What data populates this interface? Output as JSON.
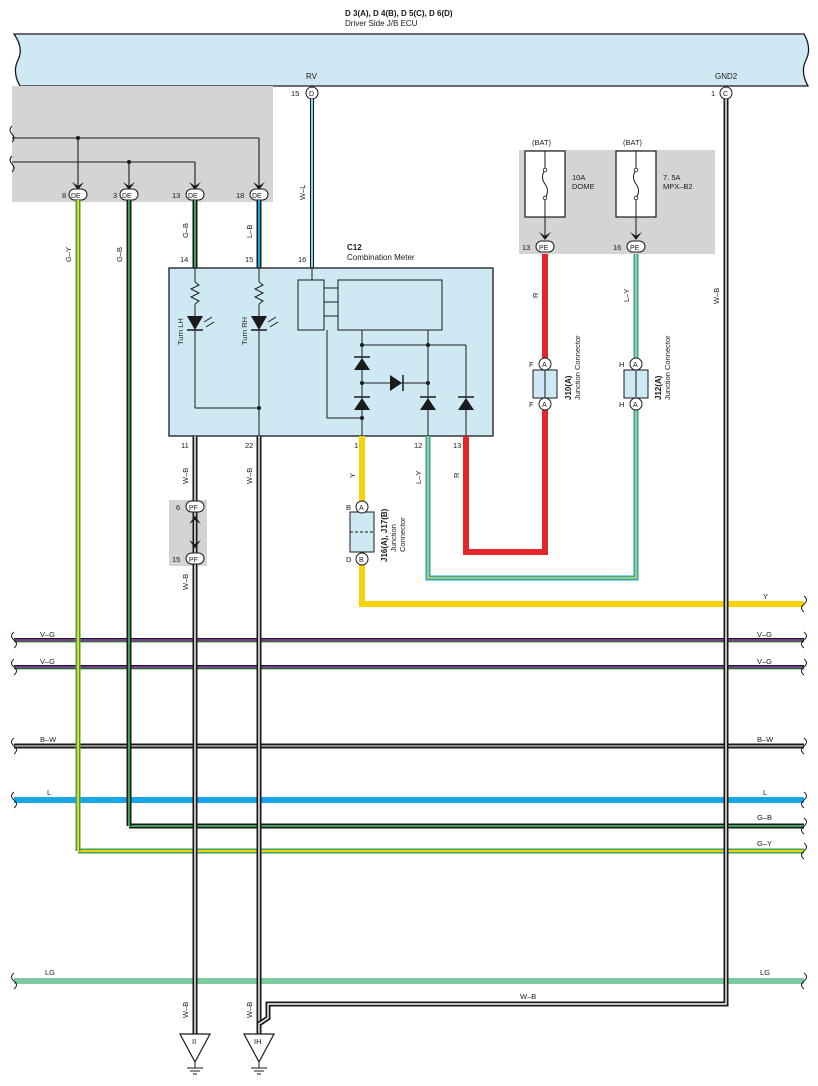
{
  "ecu": {
    "codes": "D 3(A), D 4(B), D 5(C), D 6(D)",
    "name": "Driver Side J/B ECU",
    "rv_label": "RV",
    "gnd_label": "GND2",
    "rv_pin": "15",
    "rv_conn": "D",
    "gnd_pin": "1",
    "gnd_conn": "C"
  },
  "jb_pins": [
    {
      "num": "8",
      "conn": "DE"
    },
    {
      "num": "3",
      "conn": "DE"
    },
    {
      "num": "13",
      "conn": "DE"
    },
    {
      "num": "18",
      "conn": "DE"
    }
  ],
  "meter": {
    "code": "C12",
    "name": "Combination Meter",
    "turn_lh": "Turn LH",
    "turn_rh": "Turn RH",
    "pins_top": [
      "14",
      "15",
      "16"
    ],
    "pins_bottom": [
      "11",
      "22",
      "1",
      "12",
      "13"
    ]
  },
  "fuses": [
    {
      "source": "(BAT)",
      "rating": "10A",
      "name": "DOME",
      "pin": "13",
      "conn": "PE"
    },
    {
      "source": "(BAT)",
      "rating": "7. 5A",
      "name": "MPX–B2",
      "pin": "16",
      "conn": "PE"
    }
  ],
  "junctions": {
    "j10": {
      "code": "J10(A)",
      "name": "Junction Connector",
      "pin_in": "F",
      "pin_out": "F",
      "conn": "A"
    },
    "j12": {
      "code": "J12(A)",
      "name": "Junction Connector",
      "pin_in": "H",
      "pin_out": "H",
      "conn": "A"
    },
    "j16": {
      "code": "J16(A), J17(B)",
      "name": "Junction",
      "name2": "Connector",
      "pin_top_l": "B",
      "pin_top_c": "A",
      "pin_bot_l": "D",
      "pin_bot_c": "B"
    }
  },
  "pf": {
    "pin_top": "6",
    "pin_bot": "15",
    "conn": "PF"
  },
  "wires": {
    "w_l": "W–L",
    "g_b_top": "G–B",
    "l_b_top": "L–B",
    "g_y_left": "G–Y",
    "g_b_left": "G–B",
    "w_b_11": "W–B",
    "w_b_22": "W–B",
    "w_b_pf": "W–B",
    "y": "Y",
    "l_y": "L–Y",
    "r": "R",
    "r_fuse": "R",
    "l_y_fuse": "L–Y",
    "w_b_gnd": "W–B",
    "w_b_bottom": "W–B",
    "w_b_ii": "W–B",
    "w_b_ih": "W–B"
  },
  "buses": [
    {
      "left": "V–G",
      "right": "V–G"
    },
    {
      "left": "V–G",
      "right": "V–G"
    },
    {
      "left": "B–W",
      "right": "B–W"
    },
    {
      "left": "L",
      "right": "L"
    },
    {
      "left": "",
      "right": "G–B"
    },
    {
      "left": "",
      "right": "G–Y"
    },
    {
      "left": "LG",
      "right": "LG"
    },
    {
      "left": "",
      "right": "Y"
    }
  ],
  "grounds": [
    {
      "label": "II"
    },
    {
      "label": "IH"
    }
  ],
  "colors": {
    "ecu_fill": "#cfe9f4",
    "gray_box": "#d4d4d4",
    "red": "#e4262a",
    "yellow": "#f5d20a",
    "green": "#3aa25a",
    "light_green": "#7ec9a0",
    "blue": "#1aa6e6",
    "light_blue": "#8fd3f0",
    "purple": "#7a3d96",
    "black": "#1a1a1a"
  }
}
